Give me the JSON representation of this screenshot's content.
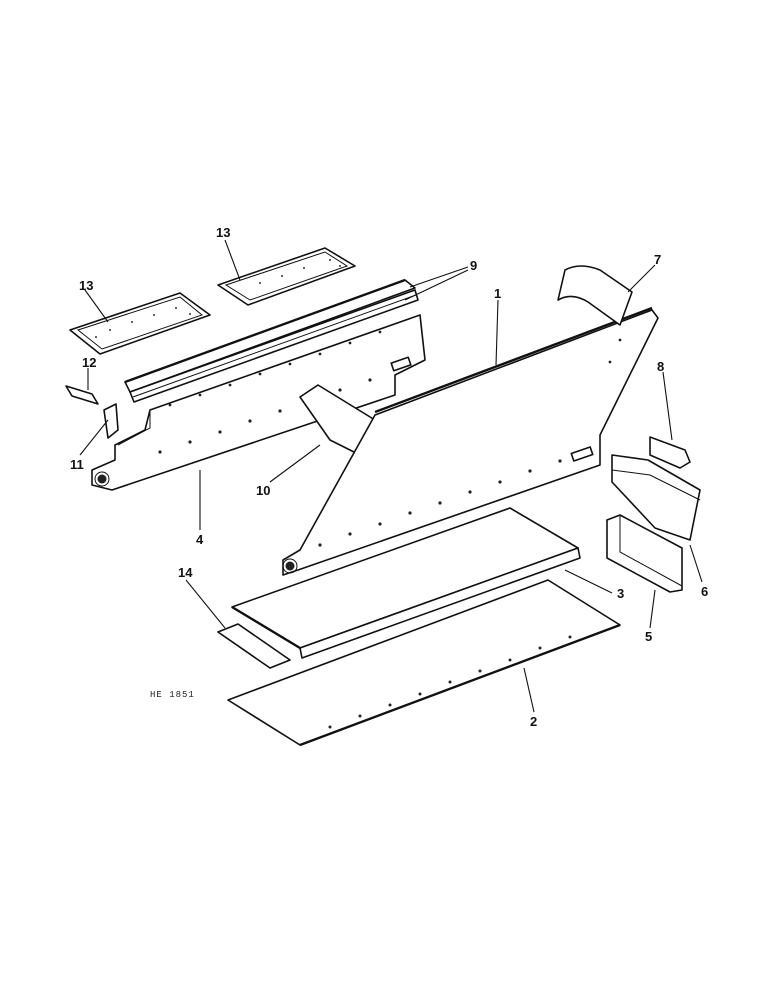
{
  "diagram": {
    "figure_id": "HE 1851",
    "callouts": [
      "1",
      "2",
      "3",
      "4",
      "5",
      "6",
      "7",
      "8",
      "9",
      "10",
      "11",
      "12",
      "13",
      "13",
      "14"
    ]
  }
}
